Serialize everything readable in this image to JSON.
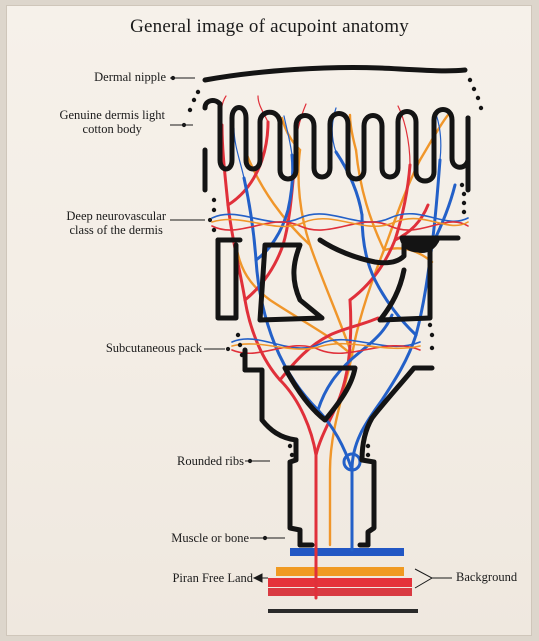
{
  "title": "General image of acupoint anatomy",
  "labels": {
    "dermal_nipple": "Dermal nipple",
    "genuine_dermis_line1": "Genuine dermis light",
    "genuine_dermis_line2": "cotton body",
    "deep_neurovascular_line1": "Deep neurovascular",
    "deep_neurovascular_line2": "class of the dermis",
    "subcutaneous_pack": "Subcutaneous pack",
    "rounded_ribs": "Rounded ribs",
    "muscle_or_bone": "Muscle or bone",
    "piran_free_land": "Piran Free Land",
    "background": "Background"
  },
  "colors": {
    "outline": "#141414",
    "artery": "#e0303a",
    "vein": "#2360c8",
    "nerve": "#f0962a",
    "paper": "#f4efe7"
  }
}
